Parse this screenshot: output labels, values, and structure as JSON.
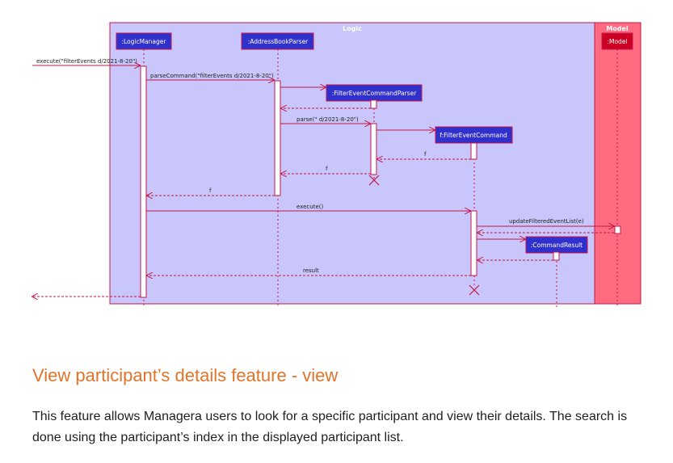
{
  "diagram": {
    "logic_label": "Logic",
    "model_label": "Model",
    "participants": {
      "logic_manager": ":LogicManager",
      "address_book_parser": ":AddressBookParser",
      "filter_event_command_parser": ":FilterEventCommandParser",
      "filter_event_command": "f:FilterEventCommand",
      "command_result": ":CommandResult",
      "model": ":Model"
    },
    "messages": {
      "execute_call": "execute(\"filterEvents d/2021-8-20\")",
      "parse_command": "parseCommand(\"filterEvents d/2021-8-20\")",
      "parse": "parse(\" d/2021-8-20\")",
      "return_f_1": "f",
      "return_f_2": "f",
      "return_f_3": "f",
      "execute": "execute()",
      "update_filtered": "updateFilteredEventList(e)",
      "result": "result"
    },
    "colors": {
      "logic_bg": "#c9c6fb",
      "model_bg": "#ff6b80",
      "participant_box": "#3030cc",
      "model_box": "#cc0022",
      "arrow": "#c4174a"
    }
  },
  "section": {
    "heading": "View participant’s details feature - view",
    "paragraph": "This feature allows Managera users to look for a specific participant and view their details. The search is done using the participant’s index in the displayed participant list."
  }
}
